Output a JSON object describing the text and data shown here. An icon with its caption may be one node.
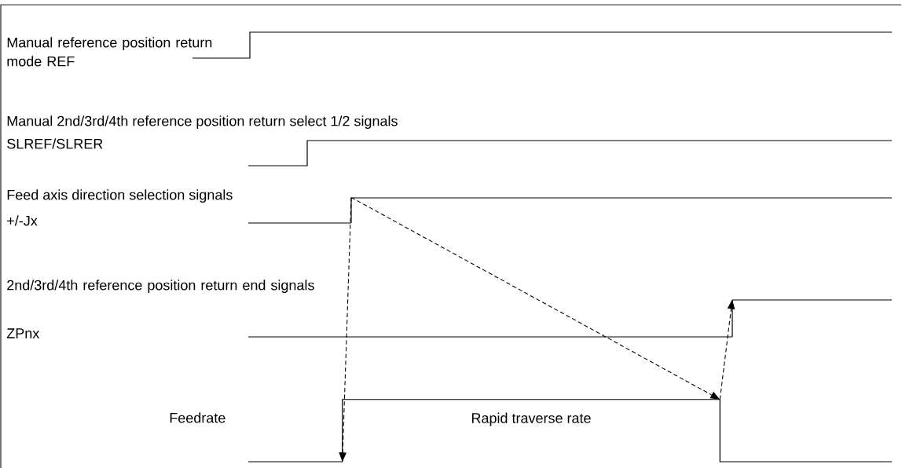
{
  "diagram": {
    "nodes": [
      {
        "text": [],
        "shape": "line"
      },
      {
        "text": [],
        "shape": "bar"
      },
      {
        "text": [],
        "shape": "line"
      }
    ],
    "edges": [
      {
        "from": 0,
        "to": 1,
        "arrow": "to",
        "style": "dashed"
      },
      {
        "from": 0,
        "to": 1,
        "arrow": "to",
        "style": "dashed"
      },
      {
        "from": 1,
        "to": 2,
        "arrow": "to",
        "style": "dashed"
      }
    ],
    "labels": [
      "Manual reference position return mode REF",
      "Manual 2nd/3rd/4th reference position return select 1/2 signals",
      "SLREF/SLRER",
      "Feed axis direction selection signals",
      "+/-Jx",
      "2nd/3rd/4th reference position return end signals",
      "ZPnx",
      "Feedrate",
      "Rapid traverse rate"
    ]
  }
}
